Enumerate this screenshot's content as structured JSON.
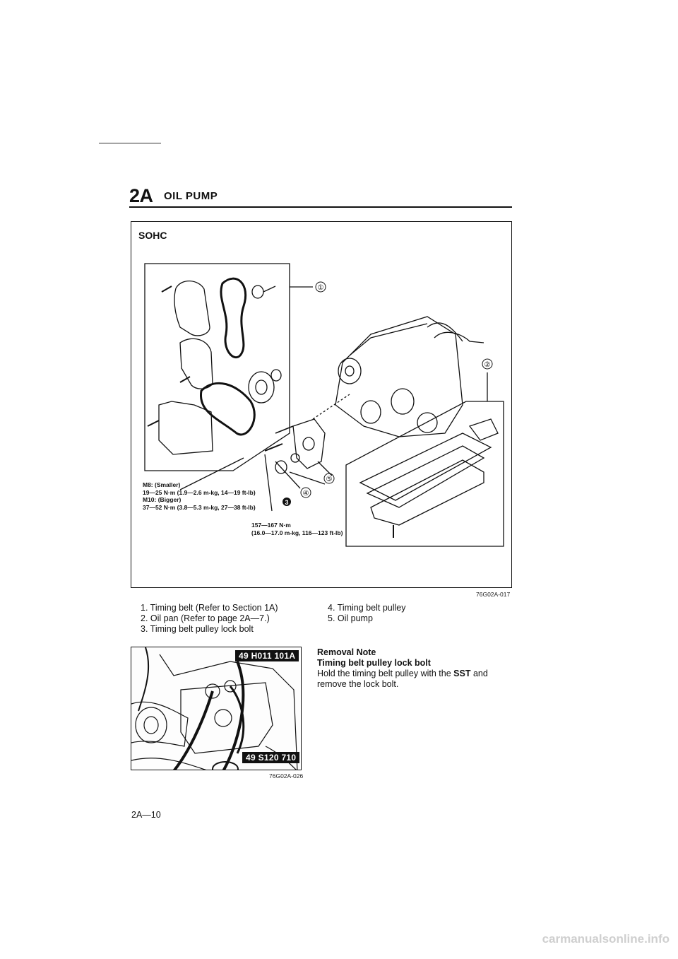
{
  "header": {
    "section_code": "2A",
    "section_title": "OIL PUMP"
  },
  "figure_main": {
    "label": "SOHC",
    "code": "76G02A-017",
    "callouts": [
      "①",
      "②",
      "④",
      "⑤"
    ],
    "callout_3": "3",
    "torque_small": [
      "M8: (Smaller)",
      "19—25 N·m (1.9—2.6 m-kg, 14—19 ft-lb)",
      "M10: (Bigger)",
      "37—52 N·m (3.8—5.3 m-kg, 27—38 ft-lb)"
    ],
    "torque_lock_bolt": [
      "157—167 N·m",
      "(16.0—17.0 m-kg, 116—123 ft-lb)"
    ]
  },
  "legend": {
    "left": [
      "1. Timing belt (Refer to Section 1A)",
      "2. Oil pan (Refer to page 2A—7.)",
      "3. Timing belt pulley lock bolt"
    ],
    "right": [
      "4. Timing belt pulley",
      "5. Oil pump"
    ]
  },
  "figure_sst": {
    "tag_top": "49 H011 101A",
    "tag_bottom": "49 S120 710",
    "code": "76G02A-026"
  },
  "note": {
    "heading": "Removal Note",
    "subheading": "Timing belt pulley lock bolt",
    "text_before": "Hold the timing belt pulley with the ",
    "text_bold": "SST",
    "text_after": " and remove the lock bolt."
  },
  "page_number": "2A—10",
  "watermark": "carmanualsonline.info"
}
